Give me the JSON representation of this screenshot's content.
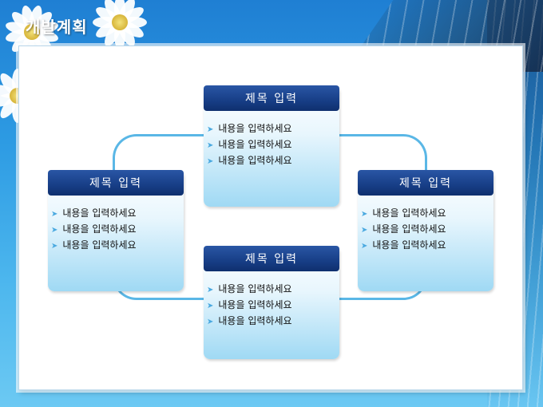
{
  "page": {
    "title": "개발계획"
  },
  "cards": [
    {
      "title": "제목 입력",
      "items": [
        "내용을 입력하세요",
        "내용을 입력하세요",
        "내용을 입력하세요"
      ]
    },
    {
      "title": "제목 입력",
      "items": [
        "내용을 입력하세요",
        "내용을 입력하세요",
        "내용을 입력하세요"
      ]
    },
    {
      "title": "제목 입력",
      "items": [
        "내용을 입력하세요",
        "내용을 입력하세요",
        "내용을 입력하세요"
      ]
    },
    {
      "title": "제목 입력",
      "items": [
        "내용을 입력하세요",
        "내용을 입력하세요",
        "내용을 입력하세요"
      ]
    }
  ],
  "icons": {
    "bullet": "chevron-right-icon"
  },
  "colors": {
    "header": "#173e86",
    "connector": "#5ab7e6",
    "background": "#2d9be3"
  }
}
